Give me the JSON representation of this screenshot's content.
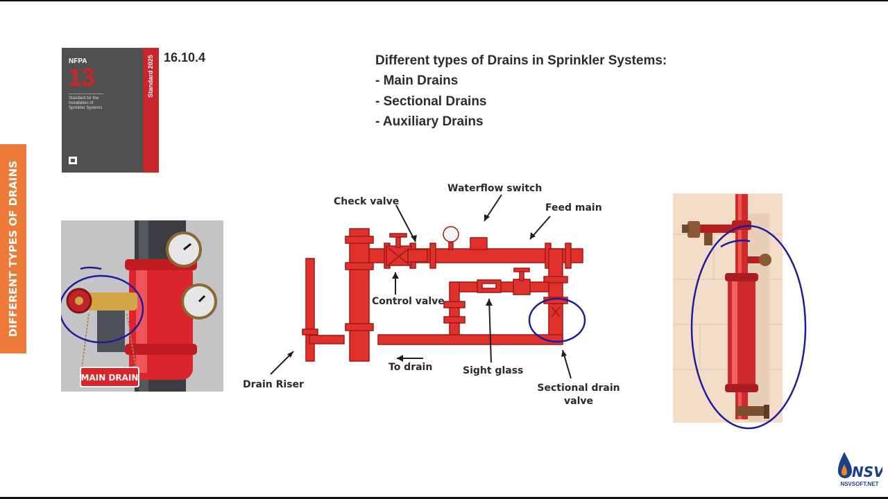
{
  "side_tab": {
    "label": "DIFFERENT TYPES OF DRAINS"
  },
  "book": {
    "publisher": "NFPA",
    "number": "13",
    "subtitle_line1": "Standard for the",
    "subtitle_line2": "Installation of",
    "subtitle_line3": "Sprinkler Systems",
    "spine": "Standard 2025"
  },
  "section_number": "16.10.4",
  "drains": {
    "title": "Different types of Drains in Sprinkler Systems:",
    "items": [
      "- Main Drains",
      "- Sectional Drains",
      "- Auxiliary Drains"
    ]
  },
  "main_drain_image": {
    "sign_label": "MAIN DRAIN"
  },
  "diagram": {
    "labels": {
      "check_valve": "Check valve",
      "waterflow_switch": "Waterflow switch",
      "feed_main": "Feed main",
      "control_valve": "Control valve",
      "drain_riser": "Drain Riser",
      "to_drain": "To drain",
      "sight_glass": "Sight glass",
      "sectional_drain_valve_line1": "Sectional drain",
      "sectional_drain_valve_line2": "valve"
    }
  },
  "logo": {
    "text": "NSV",
    "url": "NSVSOFT.NET"
  },
  "colors": {
    "accent": "#ee7a3a",
    "pipe_red": "#e0312c",
    "annotation_blue": "#1d1a9c"
  }
}
